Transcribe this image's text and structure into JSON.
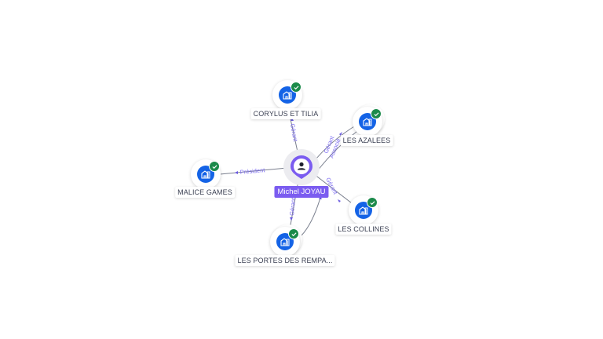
{
  "graph": {
    "center": {
      "name": "Michel JOYAU",
      "icon": "person-icon",
      "color": "#7b5cf0"
    },
    "companies": [
      {
        "id": "corylus",
        "name": "CORYLUS ET TILIA",
        "icon": "company-building-icon",
        "status": "verified-check-icon"
      },
      {
        "id": "azalees",
        "name": "LES AZALEES",
        "icon": "company-building-icon",
        "status": "verified-check-icon"
      },
      {
        "id": "malice",
        "name": "MALICE GAMES",
        "icon": "company-building-icon",
        "status": "verified-check-icon"
      },
      {
        "id": "collines",
        "name": "LES COLLINES",
        "icon": "company-building-icon",
        "status": "verified-check-icon"
      },
      {
        "id": "portes",
        "name": "LES PORTES DES REMPA...",
        "icon": "company-building-icon",
        "status": "verified-check-icon"
      }
    ],
    "edges": [
      {
        "to": "corylus",
        "label": "Gérant"
      },
      {
        "to": "azalees",
        "label": "Gérant"
      },
      {
        "to": "azalees",
        "label": "Associé"
      },
      {
        "to": "malice",
        "label": "Président"
      },
      {
        "to": "collines",
        "label": "Gérant"
      },
      {
        "to": "portes",
        "label": "Gérant"
      },
      {
        "to": "portes",
        "label": ""
      }
    ],
    "colors": {
      "company": "#1463e6",
      "check": "#1b8a4a",
      "edge_label": "#7c6cf0",
      "person": "#7b5cf0"
    }
  }
}
